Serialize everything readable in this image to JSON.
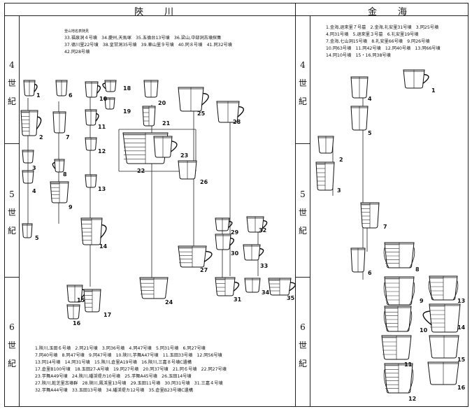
{
  "headers": {
    "left": "陜川",
    "right": "金海"
  },
  "centuries": [
    "4 世 紀",
    "5 世 紀",
    "6 世 紀"
  ],
  "left_top_legend": {
    "title": "釜山地名表随見",
    "lines": [
      "33.福泉洞４号墳　34.慶州,天馬塚　35.五倫台13号墳　36.梁山,中部洞古墳探集",
      "37.德川里22号墳　38.皇甘洞35号墳　39.華山里９号墳　40.同８号墳　41.同32号墳",
      "42.同28号墳"
    ]
  },
  "left_bottom_legend": [
    "1.陜川,玉田６号墳　2.同21号墳　3.同36号墳　4.同47号墳　5.同31号墳　6.同27号墳",
    "7.同40号墳　8.同47号墳　9.同47号墳　10.陜川,芋舞A47号墳　11.玉田33号墳　12.同56号墳",
    "13.同14号墳　14.同31号墳　15.陜川,倉里A19号墳　16.陜川,三嘉８号墳C遺構",
    "17.倉里B100号墳　18.玉田27-A号墳　19.同27号墳　20.同37号墳　21.同６号墳　22.同27号墳",
    "23.芋舞A49号墳　24.陜川,磻渓堤カ10号墳　25.芋舞A45号墳　26.玉田14号墳",
    "27.陜川,乾芝里古墳群　28.陜川,鳳渓里13号墳　29.玉田11号墳　30.同31号墳　31.三嘉４号墳",
    "32.芋舞A44号墳　33.玉田13号墳　34.磻渓堤カ12号墳　35.倉里B23号墳C遺構"
  ],
  "right_legend": [
    "1.金海,退來里７号墓　2.金海,礼安里31号墳　3.同25号墳",
    "4.同31号墳　5.退來里３号墓　6.礼安里19号墳",
    "7.金海,七山洞15号墳　8.礼安里66号墳　9.同26号墳",
    "10.同63号墳　11.同42号墳　12.同40号墳　13.同66号墳",
    "14.同10号墳　15・16.同38号墳"
  ],
  "left_numbers": [
    "1",
    "2",
    "3",
    "4",
    "5",
    "6",
    "7",
    "8",
    "9",
    "10",
    "11",
    "12",
    "13",
    "14",
    "15",
    "16",
    "17",
    "18",
    "19",
    "20",
    "21",
    "22",
    "23",
    "24",
    "25",
    "26",
    "27",
    "28",
    "29",
    "30",
    "31",
    "32",
    "33",
    "34",
    "35"
  ],
  "right_numbers": [
    "1",
    "2",
    "3",
    "4",
    "5",
    "6",
    "7",
    "8",
    "9",
    "10",
    "11",
    "12",
    "13",
    "14",
    "15",
    "16"
  ]
}
